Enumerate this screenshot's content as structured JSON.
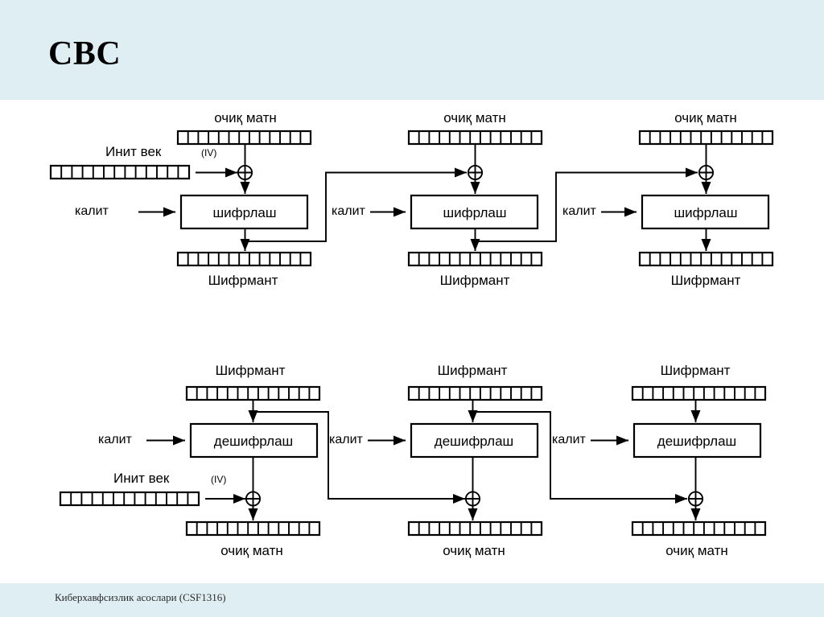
{
  "header": {
    "title": "CBC",
    "band_color": "#dfeef3"
  },
  "footer": {
    "text": "Киберхавфсизлик асослари (CSF1316)",
    "band_color": "#dfeef3"
  },
  "labels": {
    "plaintext": "очиқ матн",
    "ciphertext": "Шифрмант",
    "key": "калит",
    "iv": "Инит век",
    "iv_abbrev": "(IV)",
    "encrypt": "шифрлаш",
    "decrypt": "дешифрлаш"
  },
  "diagram": {
    "stroke_color": "#000000",
    "encryption_row": {
      "blocks": [
        {
          "index": 1,
          "top_label": "очиқ матн",
          "cipher_label": "шифрлаш",
          "key_label": "калит",
          "bottom_label": "Шифрмант",
          "iv_label": "Инит век",
          "iv_abbrev": "(IV)",
          "has_iv": true,
          "bits": 13
        },
        {
          "index": 2,
          "top_label": "очиқ матн",
          "cipher_label": "шифрлаш",
          "key_label": "калит",
          "bottom_label": "Шифрмант",
          "has_iv": false,
          "bits": 13
        },
        {
          "index": 3,
          "top_label": "очиқ матн",
          "cipher_label": "шифрлаш",
          "key_label": "калит",
          "bottom_label": "Шифрмант",
          "has_iv": false,
          "bits": 13
        }
      ]
    },
    "decryption_row": {
      "blocks": [
        {
          "index": 1,
          "top_label": "Шифрмант",
          "cipher_label": "дешифрлаш",
          "key_label": "калит",
          "bottom_label": "очиқ матн",
          "iv_label": "Инит век",
          "iv_abbrev": "(IV)",
          "has_iv": true,
          "bits": 13
        },
        {
          "index": 2,
          "top_label": "Шифрмант",
          "cipher_label": "дешифрлаш",
          "key_label": "калит",
          "bottom_label": "очиқ матн",
          "has_iv": false,
          "bits": 13
        },
        {
          "index": 3,
          "top_label": "Шифрмант",
          "cipher_label": "дешифрлаш",
          "key_label": "калит",
          "bottom_label": "очиқ матн",
          "has_iv": false,
          "bits": 13
        }
      ]
    }
  }
}
